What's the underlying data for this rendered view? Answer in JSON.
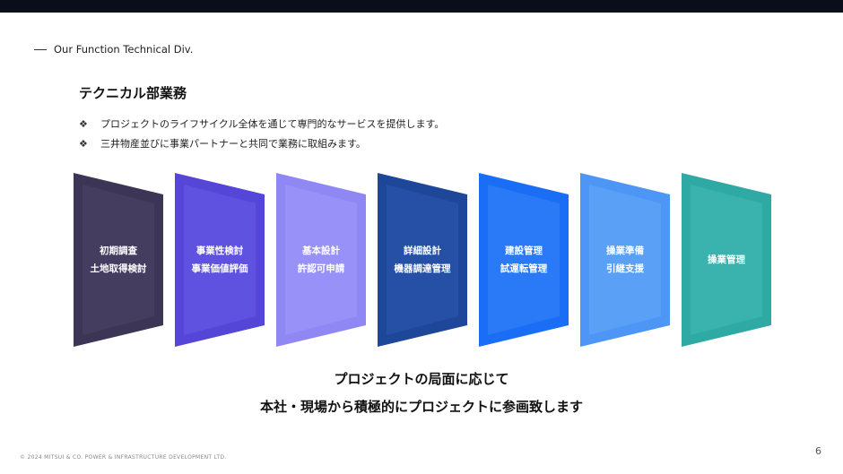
{
  "header": {
    "section_label": "Our Function Technical Div."
  },
  "title": "テクニカル部業務",
  "bullets": [
    {
      "mark": "❖",
      "text": "プロジェクトのライフサイクル全体を通じて専門的なサービスを提供します。"
    },
    {
      "mark": "❖",
      "text": "三井物産並びに事業パートナーと共同で業務に取組みます。"
    }
  ],
  "stages": [
    {
      "lines": [
        "初期調査",
        "土地取得検討"
      ],
      "color": "#3d3556",
      "inner": "#453d60"
    },
    {
      "lines": [
        "事業性検討",
        "事業価値評価"
      ],
      "color": "#5546d8",
      "inner": "#5f52e0"
    },
    {
      "lines": [
        "基本設計",
        "許認可申請"
      ],
      "color": "#8e87f4",
      "inner": "#9891f7"
    },
    {
      "lines": [
        "詳細設計",
        "機器調達管理"
      ],
      "color": "#1e4699",
      "inner": "#2550a6"
    },
    {
      "lines": [
        "建設管理",
        "試運転管理"
      ],
      "color": "#1a6ef5",
      "inner": "#2a79f7"
    },
    {
      "lines": [
        "操業準備",
        "引継支援"
      ],
      "color": "#4d96f5",
      "inner": "#5aa0f7"
    },
    {
      "lines": [
        "操業管理"
      ],
      "color": "#2ea9a4",
      "inner": "#3ab3ae"
    }
  ],
  "closing": {
    "line1": "プロジェクトの局面に応じて",
    "line2": "本社・現場から積極的にプロジェクトに参画致します"
  },
  "footer": {
    "copyright": "© 2024 MITSUI & CO. POWER & INFRASTRUCTURE DEVELOPMENT LTD.",
    "page_number": "6"
  }
}
